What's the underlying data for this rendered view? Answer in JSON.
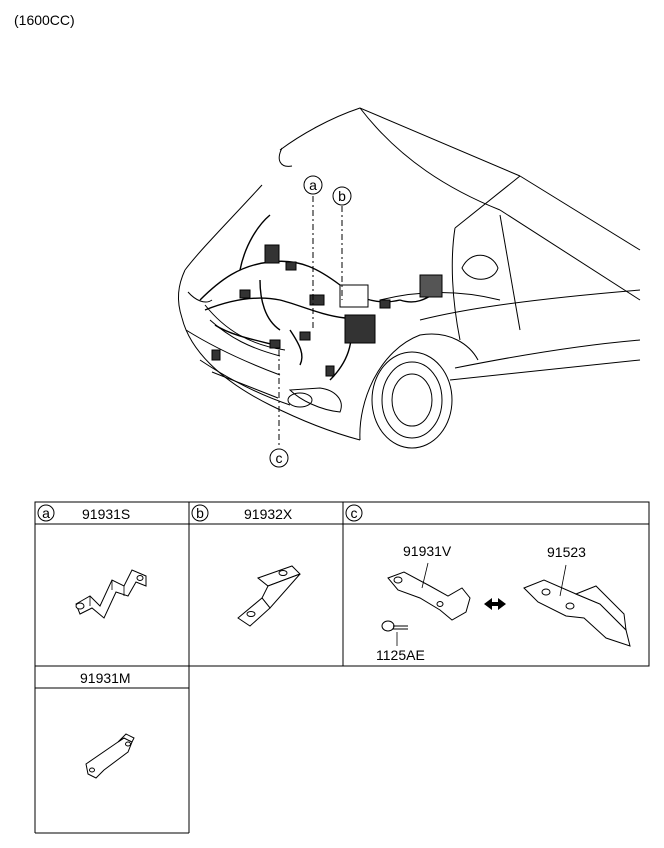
{
  "variant_label": "(1600CC)",
  "callouts": {
    "a": "a",
    "b": "b",
    "c": "c"
  },
  "table": {
    "cell_a": {
      "letter": "a",
      "part_no": "91931S"
    },
    "cell_b": {
      "letter": "b",
      "part_no": "91932X"
    },
    "cell_c": {
      "letter": "c",
      "parts": {
        "bracket": "91931V",
        "cover": "91523",
        "bolt": "1125AE"
      }
    },
    "cell_d": {
      "part_no": "91931M"
    }
  }
}
